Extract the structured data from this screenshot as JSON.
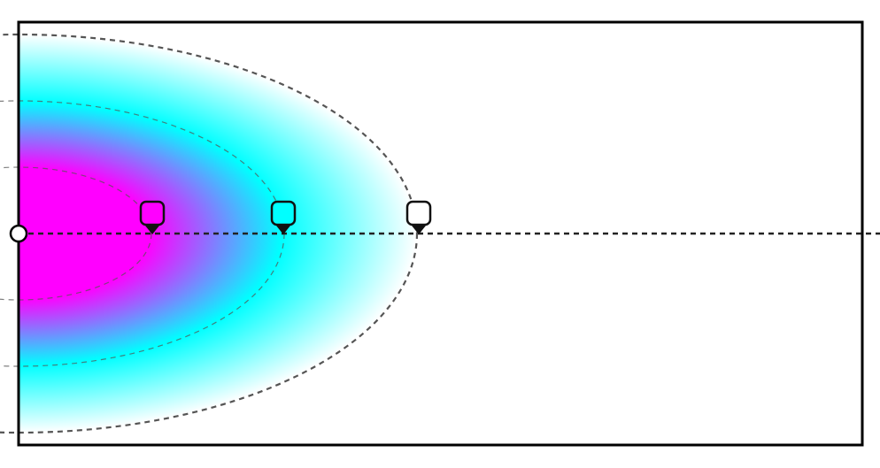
{
  "gradient": {
    "type": "radial",
    "shape": "ellipse",
    "stops": [
      {
        "color": "#ff00ff",
        "offset": 0.33
      },
      {
        "color": "#00ffff",
        "offset": 0.66
      },
      {
        "color": "#ffffff",
        "offset": 1.0
      }
    ]
  },
  "colors": {
    "frame": "#000000",
    "guide_lines": "#555555",
    "axis_line": "#222222",
    "origin_handle_fill": "#ffffff"
  },
  "handles": [
    {
      "name": "stop-handle-magenta",
      "color": "#ff00ff"
    },
    {
      "name": "stop-handle-cyan",
      "color": "#00ffff"
    },
    {
      "name": "stop-handle-white",
      "color": "#ffffff"
    }
  ]
}
